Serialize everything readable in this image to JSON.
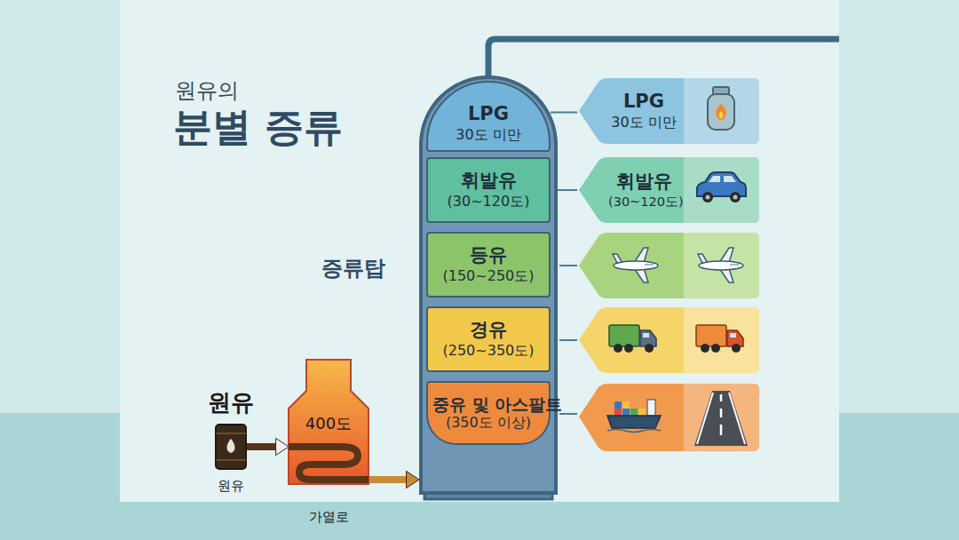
{
  "diagram": {
    "title": "분별 증류",
    "nodes": [
      {
        "text": [
          "증류탑"
        ]
      },
      {
        "text": [
          "LPG",
          "30도 미만"
        ],
        "in": 0
      },
      {
        "text": [
          "휘발유",
          "(30~120도)"
        ],
        "in": 0
      },
      {
        "text": [
          "등유",
          "(150~250도)"
        ],
        "in": 0
      },
      {
        "text": [
          "경유",
          "(250~350도)"
        ],
        "in": 0
      },
      {
        "text": [
          "중유 및 아스팔트",
          "(350도 이상)"
        ],
        "in": 0
      },
      {
        "text": [
          "LPG",
          "30도 미만"
        ]
      },
      {
        "text": [
          "휘발유",
          "(30~120도)"
        ]
      },
      {
        "text": [
          "원유",
          "원유"
        ]
      },
      {
        "text": [
          "400도",
          "가열로"
        ]
      }
    ],
    "edges": [
      {
        "from": 8,
        "to": 9,
        "arrow": "to"
      },
      {
        "from": 9,
        "to": 0,
        "arrow": "to"
      },
      {
        "from": 1,
        "to": 6,
        "arrow": "none"
      },
      {
        "from": 2,
        "to": 7,
        "arrow": "none"
      }
    ],
    "labels": [
      "원유의"
    ]
  }
}
